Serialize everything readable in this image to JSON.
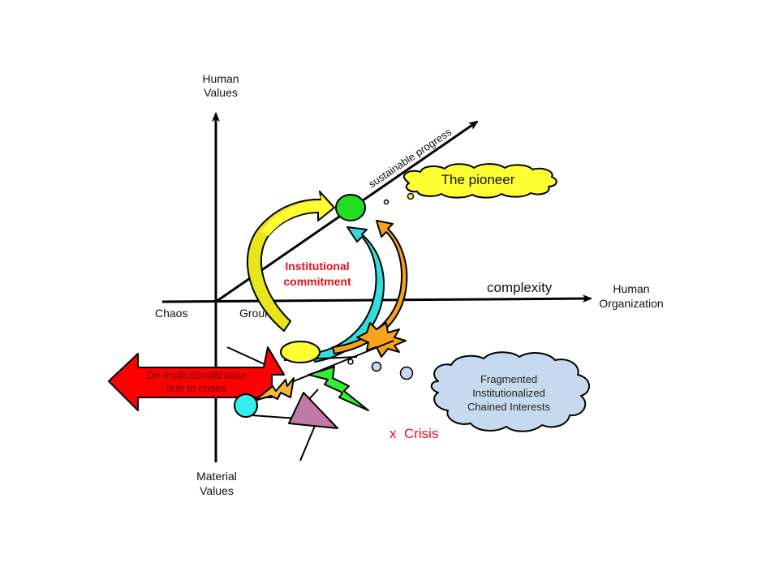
{
  "axes": {
    "vertical_top": [
      "Human",
      "Values"
    ],
    "vertical_bottom": [
      "Material",
      "Values"
    ],
    "horizontal_left": "Chaos",
    "horizontal_ground": "Ground",
    "horizontal_right": [
      "Human",
      "Organization"
    ],
    "horizontal_caption": "complexity",
    "diagonal_caption": "sustainable progress"
  },
  "labels": {
    "pioneer": "The pioneer",
    "commitment": [
      "Institutional",
      "commitment"
    ],
    "crisis": "x  Crisis",
    "fragmented": [
      "Fragmented",
      "Institutionalized",
      "Chained Interests"
    ],
    "deinstitutionalization": [
      "De-institutionalization",
      "due to crises"
    ]
  },
  "colors": {
    "pioneer_cloud": "#ffff33",
    "green_node": "#22dd22",
    "yellow_arrow": "#ffff33",
    "olive_arrow": "#cccc00",
    "cyan_arrow": "#33dddd",
    "orange_arrow": "#f7a21b",
    "red_arrow": "#ff0000",
    "fragmented_cloud": "#c6d9ef",
    "triangle": "#c07aa6",
    "green_bolt": "#33ee33",
    "commitment_text": "#e8101a"
  }
}
